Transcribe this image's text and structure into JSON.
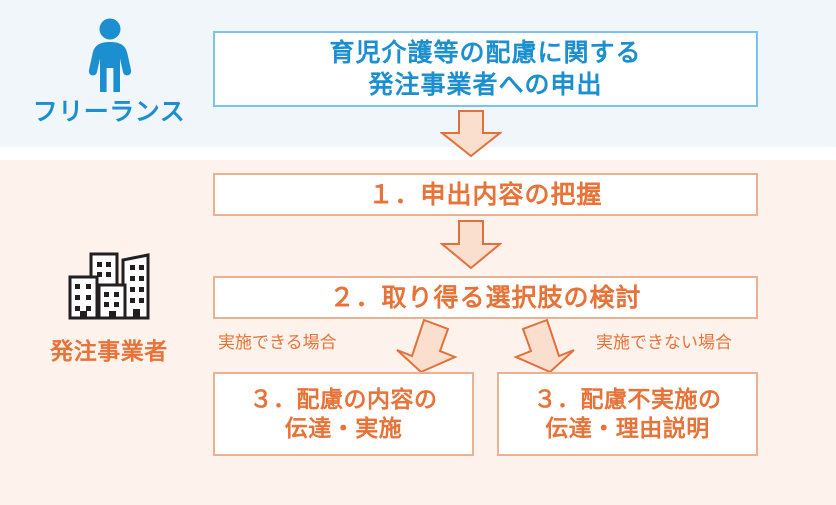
{
  "bands": {
    "freelance_bg": "#f1f6fb",
    "client_bg": "#fdf2ec"
  },
  "colors": {
    "blue": "#1b8fd0",
    "blue_border": "#7cc3e8",
    "orange": "#e87339",
    "orange_border": "#e9b391",
    "arrow_fill": "#fbdfce",
    "arrow_stroke": "#e2703a",
    "building_ink": "#231f20"
  },
  "actors": {
    "freelance": {
      "label": "フリーランス",
      "icon": "person-icon"
    },
    "client": {
      "label": "発注事業者",
      "icon": "building-icon"
    }
  },
  "flow": {
    "application": {
      "line1": "育児介護等の配慮に関する",
      "line2": "発注事業者への申出",
      "text": "育児介護等の配慮に関する\n発注事業者への申出"
    },
    "step1": {
      "text": "１．申出内容の把握"
    },
    "step2": {
      "text": "２．取り得る選択肢の検討"
    },
    "step3_implement": {
      "line1": "３．配慮の内容の",
      "line2": "伝達・実施",
      "text": "３．配慮の内容の\n伝達・実施"
    },
    "step3_decline": {
      "line1": "３．配慮不実施の",
      "line2": "伝達・理由説明",
      "text": "３．配慮不実施の\n伝達・理由説明"
    }
  },
  "branch_labels": {
    "can_implement": "実施できる場合",
    "cannot_implement": "実施できない場合"
  },
  "arrows": {
    "top": "down-block-arrow",
    "middle": "down-block-arrow",
    "branch_left": "down-left-tilted-block-arrow",
    "branch_right": "down-right-tilted-block-arrow"
  }
}
